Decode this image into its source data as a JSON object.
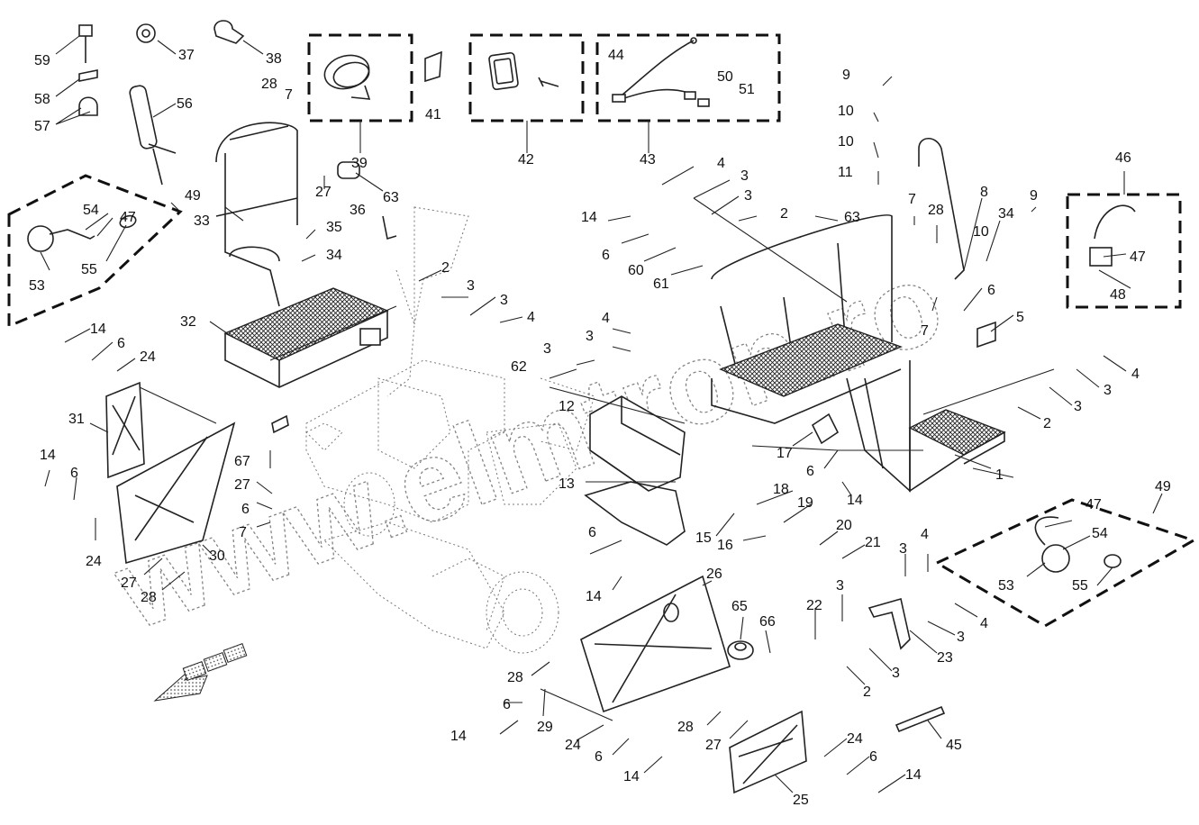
{
  "watermark": "www.elmtron.ro",
  "colors": {
    "line": "#222222",
    "background": "#ffffff",
    "watermark": "#666666"
  },
  "part_numbers": {
    "p59": "59",
    "p37": "37",
    "p38": "38",
    "p58": "58",
    "p57": "57",
    "p56": "56",
    "p28a": "28",
    "p7a": "7",
    "p41": "41",
    "p39": "39",
    "p42": "42",
    "p44": "44",
    "p50": "50",
    "p51": "51",
    "p43": "43",
    "p9a": "9",
    "p10a": "10",
    "p10b": "10",
    "p11": "11",
    "p46": "46",
    "p49a": "49",
    "p54a": "54",
    "p47a": "47",
    "p53a": "53",
    "p55a": "55",
    "p33": "33",
    "p27a": "27",
    "p63a": "63",
    "p36": "36",
    "p35": "35",
    "p34a": "34",
    "p4a": "4",
    "p3a": "3",
    "p3b": "3",
    "p2a": "2",
    "p14a": "14",
    "p6a": "6",
    "p60": "60",
    "p61": "61",
    "p63b": "63",
    "p7b": "7",
    "p28b": "28",
    "p8": "8",
    "p10c": "10",
    "p34b": "34",
    "p9b": "9",
    "p47b": "47",
    "p48": "48",
    "p32": "32",
    "p2b": "2",
    "p3c": "3",
    "p3d": "3",
    "p4b": "4",
    "p7c": "7",
    "p6b": "6",
    "p5": "5",
    "p14b": "14",
    "p6c": "6",
    "p24a": "24",
    "p31": "31",
    "p4c": "4",
    "p3e": "3",
    "p3f": "3",
    "p62": "62",
    "p12": "12",
    "p4d": "4",
    "p3g": "3",
    "p3h": "3",
    "p2c": "2",
    "p67": "67",
    "p27b": "27",
    "p6d": "6",
    "p7d": "7",
    "p14c": "14",
    "p6e": "6",
    "p24b": "24",
    "p30": "30",
    "p27c": "27",
    "p28c": "28",
    "p17": "17",
    "p6f": "6",
    "p14d": "14",
    "p1": "1",
    "p13": "13",
    "p6g": "6",
    "p14e": "14",
    "p18": "18",
    "p19": "19",
    "p15": "15",
    "p16": "16",
    "p20": "20",
    "p21": "21",
    "p49b": "49",
    "p47c": "47",
    "p54b": "54",
    "p53b": "53",
    "p55b": "55",
    "p26": "26",
    "p65": "65",
    "p66": "66",
    "p3i": "3",
    "p4e": "4",
    "p22": "22",
    "p3j": "3",
    "p4f": "4",
    "p3k": "3",
    "p23": "23",
    "p3l": "3",
    "p2d": "2",
    "p28d": "28",
    "p6h": "6",
    "p14f": "14",
    "p29": "29",
    "p24c": "24",
    "p6i": "6",
    "p14g": "14",
    "p28e": "28",
    "p27d": "27",
    "p24d": "24",
    "p6j": "6",
    "p14h": "14",
    "p25": "25",
    "p45": "45"
  }
}
